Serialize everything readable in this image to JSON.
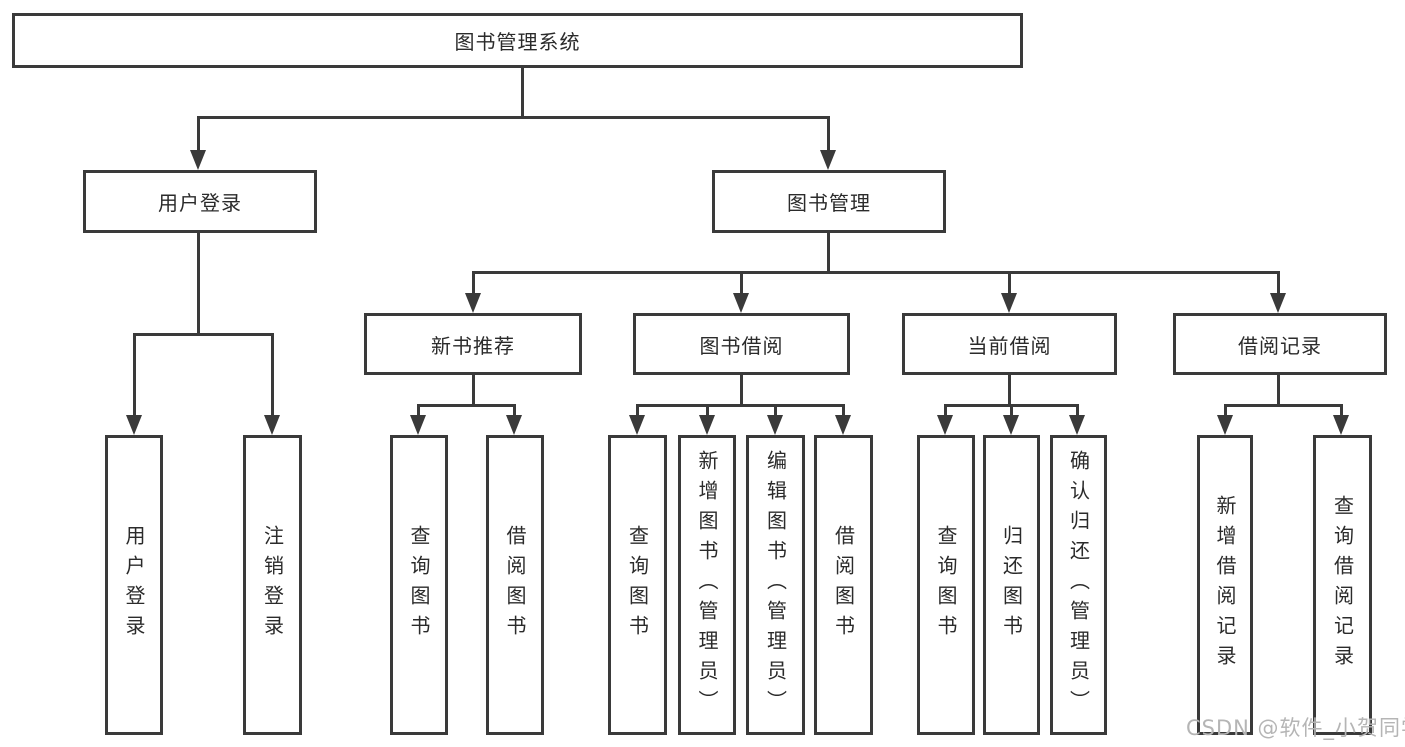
{
  "diagram": {
    "title_node_color": "#3a3a3a",
    "root": {
      "label": "图书管理系统"
    },
    "level2": [
      {
        "label": "用户登录",
        "children": [
          {
            "label": "用户登录"
          },
          {
            "label": "注销登录"
          }
        ]
      },
      {
        "label": "图书管理",
        "children": [
          {
            "label": "新书推荐",
            "children": [
              {
                "label": "查询图书"
              },
              {
                "label": "借阅图书"
              }
            ]
          },
          {
            "label": "图书借阅",
            "children": [
              {
                "label": "查询图书"
              },
              {
                "label": "新增图书（管理员）"
              },
              {
                "label": "编辑图书（管理员）"
              },
              {
                "label": "借阅图书"
              }
            ]
          },
          {
            "label": "当前借阅",
            "children": [
              {
                "label": "查询图书"
              },
              {
                "label": "归还图书"
              },
              {
                "label": "确认归还（管理员）"
              }
            ]
          },
          {
            "label": "借阅记录",
            "children": [
              {
                "label": "新增借阅记录"
              },
              {
                "label": "查询借阅记录"
              }
            ]
          }
        ]
      }
    ]
  },
  "watermark": {
    "text": "CSDN @软件_小贺同学",
    "color": "#b5b5b5"
  },
  "colors": {
    "line": "#3a3a3a",
    "text": "#2b2b2b",
    "background": "#ffffff"
  }
}
